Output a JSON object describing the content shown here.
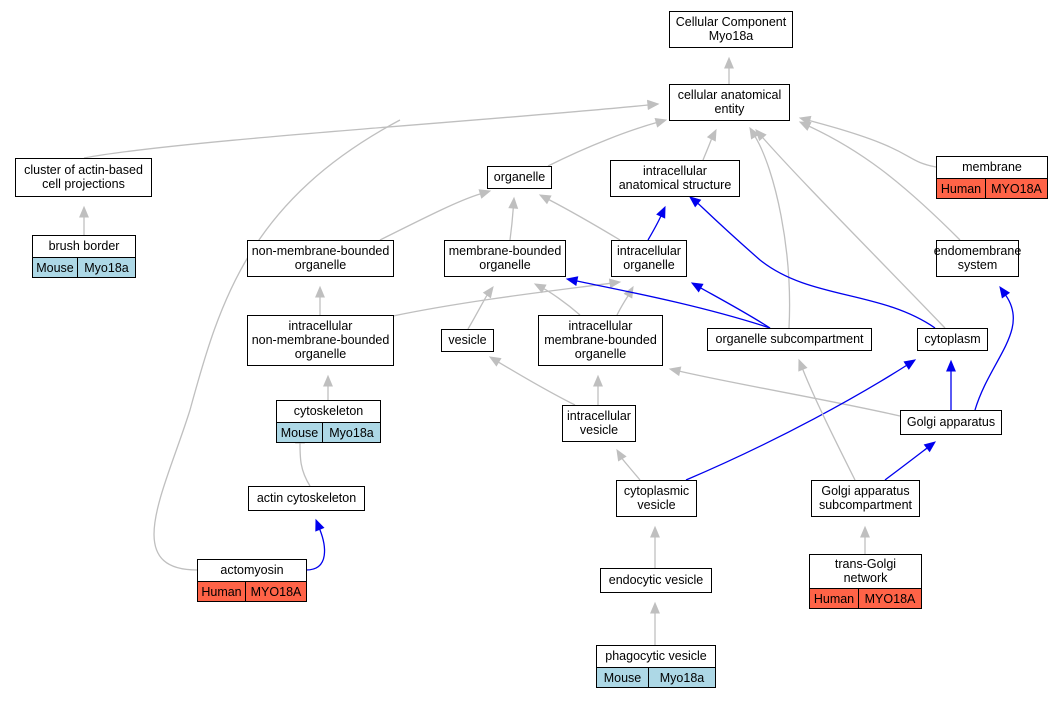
{
  "colors": {
    "mouse": "#add8e6",
    "human": "#ff6347",
    "gray_edge": "#bfbfbf",
    "blue_edge": "#0000ee"
  },
  "nodes": {
    "cc": {
      "lines": [
        "Cellular Component",
        "Myo18a"
      ]
    },
    "cae": {
      "lines": [
        "cellular anatomical",
        "entity"
      ]
    },
    "cluster": {
      "lines": [
        "cluster of actin-based",
        "cell projections"
      ]
    },
    "organelle": {
      "lines": [
        "organelle"
      ]
    },
    "ias": {
      "lines": [
        "intracellular",
        "anatomical structure"
      ]
    },
    "membrane": {
      "lines": [
        "membrane"
      ],
      "tag": {
        "species": "Human",
        "gene": "MYO18A"
      }
    },
    "brush": {
      "lines": [
        "brush border"
      ],
      "tag": {
        "species": "Mouse",
        "gene": "Myo18a"
      }
    },
    "nmbo": {
      "lines": [
        "non-membrane-bounded",
        "organelle"
      ]
    },
    "mbo": {
      "lines": [
        "membrane-bounded",
        "organelle"
      ]
    },
    "io": {
      "lines": [
        "intracellular",
        "organelle"
      ]
    },
    "endo": {
      "lines": [
        "endomembrane",
        "system"
      ]
    },
    "inmbo": {
      "lines": [
        "intracellular",
        "non-membrane-bounded",
        "organelle"
      ]
    },
    "vesicle": {
      "lines": [
        "vesicle"
      ]
    },
    "imbo": {
      "lines": [
        "intracellular",
        "membrane-bounded",
        "organelle"
      ]
    },
    "osub": {
      "lines": [
        "organelle subcompartment"
      ]
    },
    "cyto": {
      "lines": [
        "cytoplasm"
      ]
    },
    "cytoskel": {
      "lines": [
        "cytoskeleton"
      ],
      "tag": {
        "species": "Mouse",
        "gene": "Myo18a"
      }
    },
    "iv": {
      "lines": [
        "intracellular",
        "vesicle"
      ]
    },
    "golgi": {
      "lines": [
        "Golgi apparatus"
      ]
    },
    "actin": {
      "lines": [
        "actin cytoskeleton"
      ]
    },
    "cv": {
      "lines": [
        "cytoplasmic",
        "vesicle"
      ]
    },
    "gas": {
      "lines": [
        "Golgi apparatus",
        "subcompartment"
      ]
    },
    "actomyosin": {
      "lines": [
        "actomyosin"
      ],
      "tag": {
        "species": "Human",
        "gene": "MYO18A"
      }
    },
    "tgn": {
      "lines": [
        "trans-Golgi",
        "network"
      ],
      "tag": {
        "species": "Human",
        "gene": "MYO18A"
      }
    },
    "endov": {
      "lines": [
        "endocytic vesicle"
      ]
    },
    "phago": {
      "lines": [
        "phagocytic vesicle"
      ],
      "tag": {
        "species": "Mouse",
        "gene": "Myo18a"
      }
    }
  },
  "edges": [
    {
      "from": "cae",
      "to": "cc",
      "color": "gray"
    },
    {
      "from": "cluster",
      "to": "cae",
      "color": "gray"
    },
    {
      "from": "organelle",
      "to": "cae",
      "color": "gray"
    },
    {
      "from": "ias",
      "to": "cae",
      "color": "gray"
    },
    {
      "from": "membrane",
      "to": "cae",
      "color": "gray"
    },
    {
      "from": "endo",
      "to": "cae",
      "color": "gray"
    },
    {
      "from": "cyto",
      "to": "cae",
      "color": "gray"
    },
    {
      "from": "osub",
      "to": "cae",
      "color": "gray"
    },
    {
      "from": "actomyosin",
      "to": "cae",
      "color": "gray"
    },
    {
      "from": "brush",
      "to": "cluster",
      "color": "gray"
    },
    {
      "from": "nmbo",
      "to": "organelle",
      "color": "gray"
    },
    {
      "from": "mbo",
      "to": "organelle",
      "color": "gray"
    },
    {
      "from": "io",
      "to": "organelle",
      "color": "gray"
    },
    {
      "from": "io",
      "to": "ias",
      "color": "blue"
    },
    {
      "from": "cyto",
      "to": "ias",
      "color": "blue"
    },
    {
      "from": "inmbo",
      "to": "nmbo",
      "color": "gray"
    },
    {
      "from": "inmbo",
      "to": "io",
      "color": "gray"
    },
    {
      "from": "vesicle",
      "to": "mbo",
      "color": "gray"
    },
    {
      "from": "imbo",
      "to": "mbo",
      "color": "gray"
    },
    {
      "from": "imbo",
      "to": "io",
      "color": "gray"
    },
    {
      "from": "osub",
      "to": "mbo",
      "color": "blue"
    },
    {
      "from": "osub",
      "to": "io",
      "color": "blue"
    },
    {
      "from": "cytoskel",
      "to": "inmbo",
      "color": "gray"
    },
    {
      "from": "iv",
      "to": "vesicle",
      "color": "gray"
    },
    {
      "from": "iv",
      "to": "imbo",
      "color": "gray"
    },
    {
      "from": "golgi",
      "to": "imbo",
      "color": "gray"
    },
    {
      "from": "golgi",
      "to": "cyto",
      "color": "blue"
    },
    {
      "from": "golgi",
      "to": "endo",
      "color": "blue"
    },
    {
      "from": "actin",
      "to": "cytoskel",
      "color": "gray"
    },
    {
      "from": "cv",
      "to": "iv",
      "color": "gray"
    },
    {
      "from": "cv",
      "to": "cyto",
      "color": "blue"
    },
    {
      "from": "gas",
      "to": "golgi",
      "color": "blue"
    },
    {
      "from": "gas",
      "to": "osub",
      "color": "gray"
    },
    {
      "from": "actomyosin",
      "to": "actin",
      "color": "blue"
    },
    {
      "from": "tgn",
      "to": "gas",
      "color": "gray"
    },
    {
      "from": "endov",
      "to": "cv",
      "color": "gray"
    },
    {
      "from": "phago",
      "to": "endov",
      "color": "gray"
    }
  ]
}
